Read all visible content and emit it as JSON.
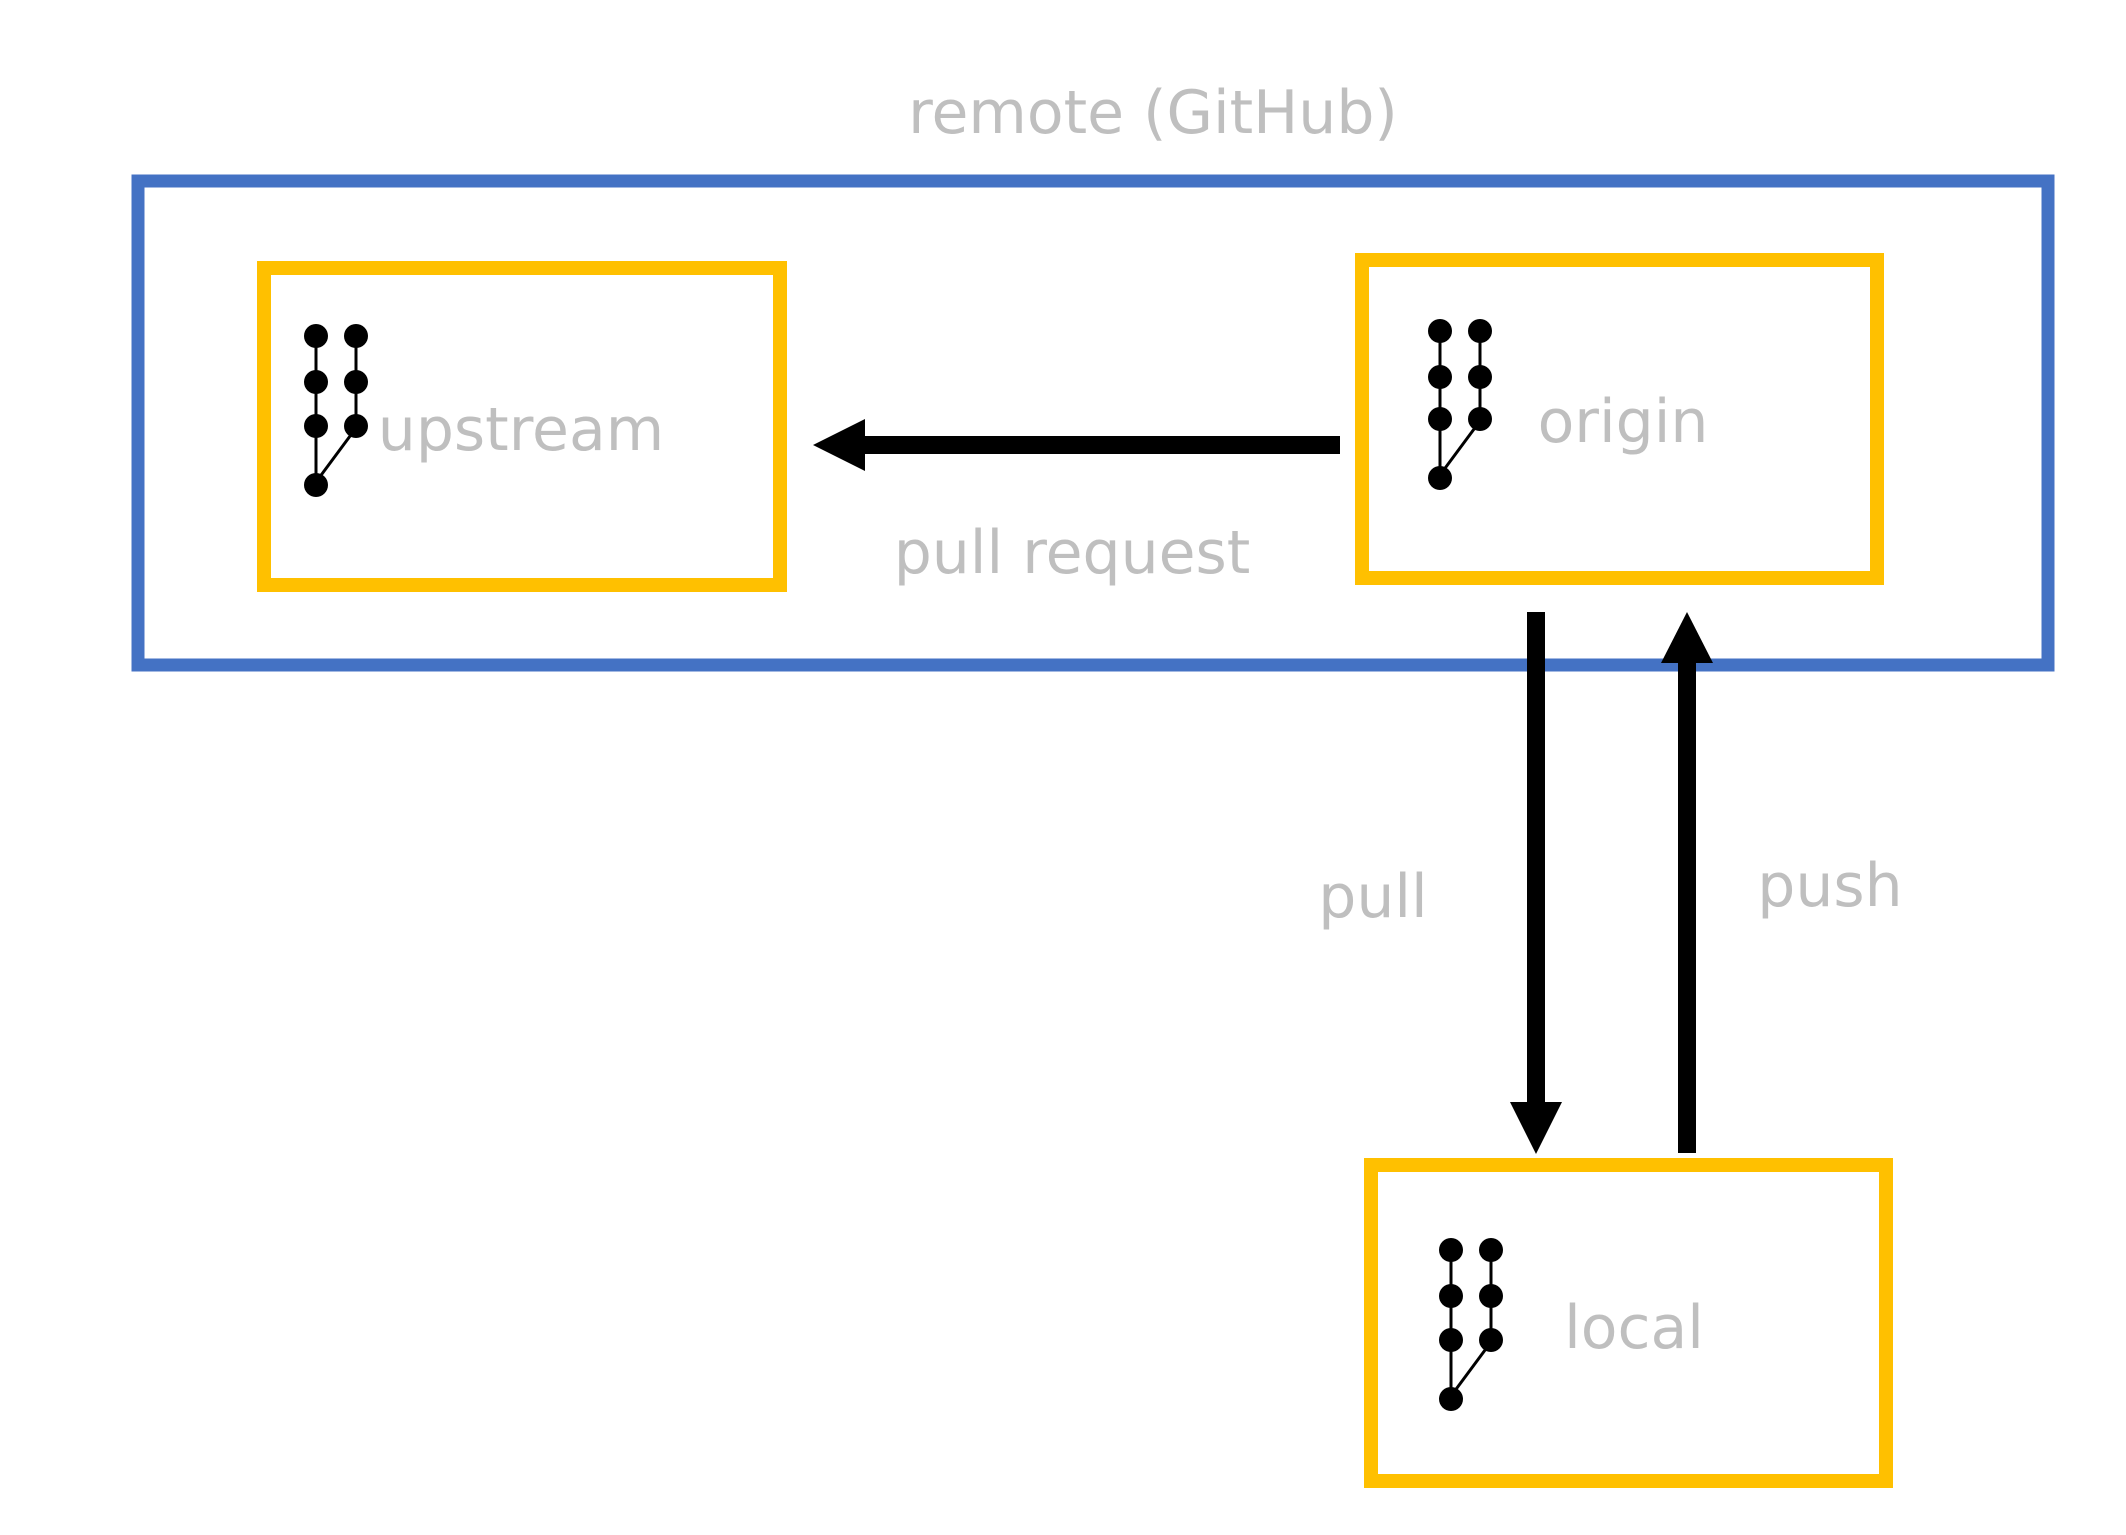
{
  "remote": {
    "title": "remote (GitHub)",
    "border_color": "#4472C4"
  },
  "repos": {
    "upstream": {
      "label": "upstream"
    },
    "origin": {
      "label": "origin"
    },
    "local": {
      "label": "local"
    },
    "border_color": "#FFC000"
  },
  "arrows": {
    "pull_request": "pull request",
    "pull": "pull",
    "push": "push",
    "color": "#000000"
  },
  "label_color": "#BFBFBF"
}
